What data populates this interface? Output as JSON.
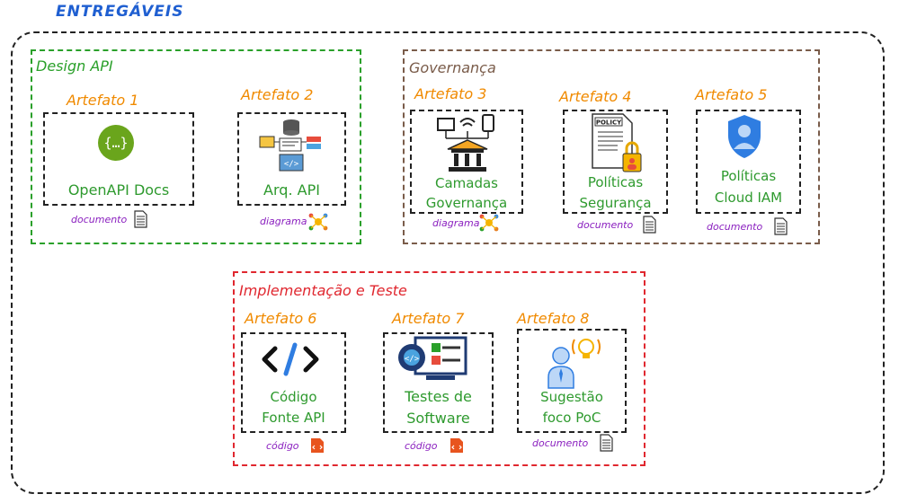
{
  "title": "ENTREGÁVEIS",
  "colors": {
    "title": "#1f5fd1",
    "green": "#2aa02a",
    "brown": "#7a5c4a",
    "red": "#e0272f",
    "orange": "#f08a00",
    "text_green": "#2e9a2e",
    "tag_purple": "#8a1fbf"
  },
  "groups": {
    "design": {
      "label": "Design API"
    },
    "gov": {
      "label": "Governança"
    },
    "impl": {
      "label": "Implementação e Teste"
    }
  },
  "artifacts": [
    {
      "label": "Artefato 1",
      "text": "OpenAPI Docs",
      "tag": "documento",
      "icon": "swagger-icon",
      "tag_icon": "document-icon"
    },
    {
      "label": "Artefato 2",
      "text": "Arq. API",
      "tag": "diagrama",
      "icon": "architecture-icon",
      "tag_icon": "diagram-icon"
    },
    {
      "label": "Artefato 3",
      "text": "Camadas Governança",
      "tag": "diagrama",
      "icon": "governance-icon",
      "tag_icon": "diagram-icon"
    },
    {
      "label": "Artefato 4",
      "text": "Políticas Segurança",
      "tag": "documento",
      "icon": "policy-icon",
      "tag_icon": "document-icon"
    },
    {
      "label": "Artefato 5",
      "text": "Políticas Cloud IAM",
      "tag": "documento",
      "icon": "iam-shield-icon",
      "tag_icon": "document-icon"
    },
    {
      "label": "Artefato 6",
      "text": "Código Fonte API",
      "tag": "código",
      "icon": "code-icon",
      "tag_icon": "code-file-icon"
    },
    {
      "label": "Artefato 7",
      "text": "Testes de Software",
      "tag": "código",
      "icon": "test-monitor-icon",
      "tag_icon": "code-file-icon"
    },
    {
      "label": "Artefato 8",
      "text": "Sugestão foco PoC",
      "tag": "documento",
      "icon": "idea-person-icon",
      "tag_icon": "document-icon"
    }
  ],
  "texts_lines": {
    "a3": [
      "Camadas",
      "Governança"
    ],
    "a4": [
      "Políticas",
      "Segurança"
    ],
    "a5": [
      "Políticas",
      "Cloud IAM"
    ],
    "a6": [
      "Código",
      "Fonte API"
    ],
    "a7": [
      "Testes de",
      "Software"
    ],
    "a8": [
      "Sugestão",
      "foco PoC"
    ]
  }
}
